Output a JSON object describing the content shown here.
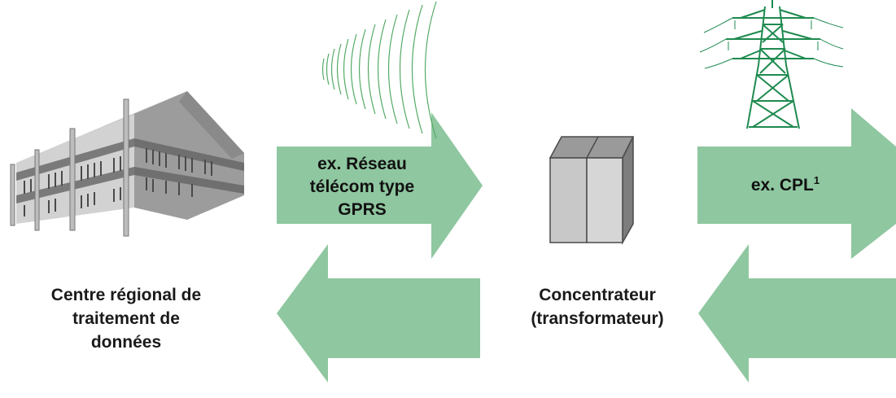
{
  "nodes": {
    "data_center": {
      "label_lines": [
        "Centre régional de",
        "traitement de",
        "données"
      ]
    },
    "concentrator": {
      "label_lines": [
        "Concentrateur",
        "(transformateur)"
      ]
    }
  },
  "links": {
    "telecom": {
      "label_lines": [
        "ex. Réseau",
        "télécom type",
        "GPRS"
      ]
    },
    "power_line": {
      "label": "ex. CPL",
      "footnote_mark": "1"
    }
  },
  "colors": {
    "arrow_fill": "#8fc7a0",
    "pylon": "#1e8a4f",
    "wireless_waves": "#55aa66",
    "cabinet": "#c8c8c8"
  },
  "icons": [
    "building-icon",
    "wireless-signal-icon",
    "server-cabinet-icon",
    "power-pylon-icon"
  ]
}
